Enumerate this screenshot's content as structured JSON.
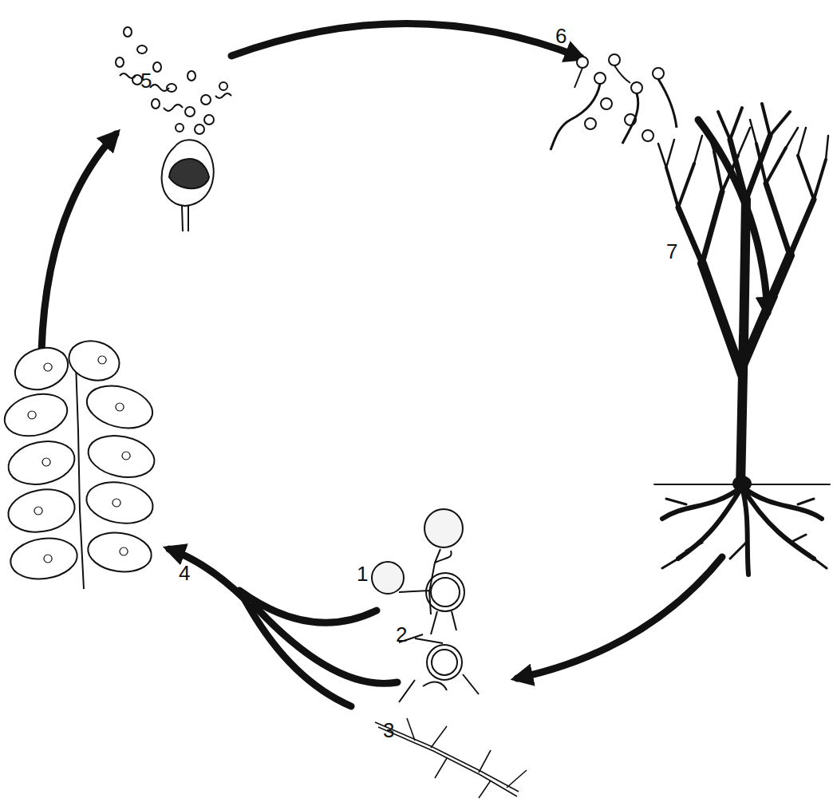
{
  "diagram": {
    "labels": [
      "5",
      "6",
      "7",
      "1",
      "2",
      "3",
      "4"
    ]
  }
}
